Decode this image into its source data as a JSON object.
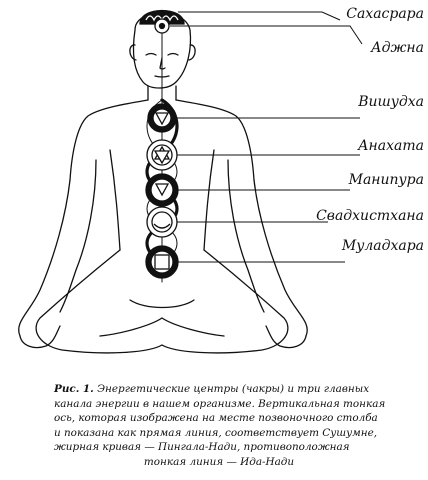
{
  "chakras": [
    {
      "id": "sahasrara",
      "label": "Сахасрара"
    },
    {
      "id": "ajna",
      "label": "Аджна"
    },
    {
      "id": "vishuddha",
      "label": "Вишудха"
    },
    {
      "id": "anahata",
      "label": "Анахата"
    },
    {
      "id": "manipura",
      "label": "Манипура"
    },
    {
      "id": "svadhisthana",
      "label": "Свадхистхана"
    },
    {
      "id": "muladhara",
      "label": "Муладхара"
    }
  ],
  "caption": {
    "figure_label": "Рис. 1.",
    "lines": [
      "Энергетические центры (чакры) и три главных",
      "канала энергии в нашем организме. Вертикальная тонкая",
      "ось, которая изображена на месте позвоночного столба",
      "и показана как прямая линия, соответствует Сушумне,",
      "жирная кривая — Пингала-Нади, противоположная",
      "тонкая линия — Ида-Нади"
    ]
  },
  "colors": {
    "ink": "#111111",
    "background": "#ffffff"
  }
}
